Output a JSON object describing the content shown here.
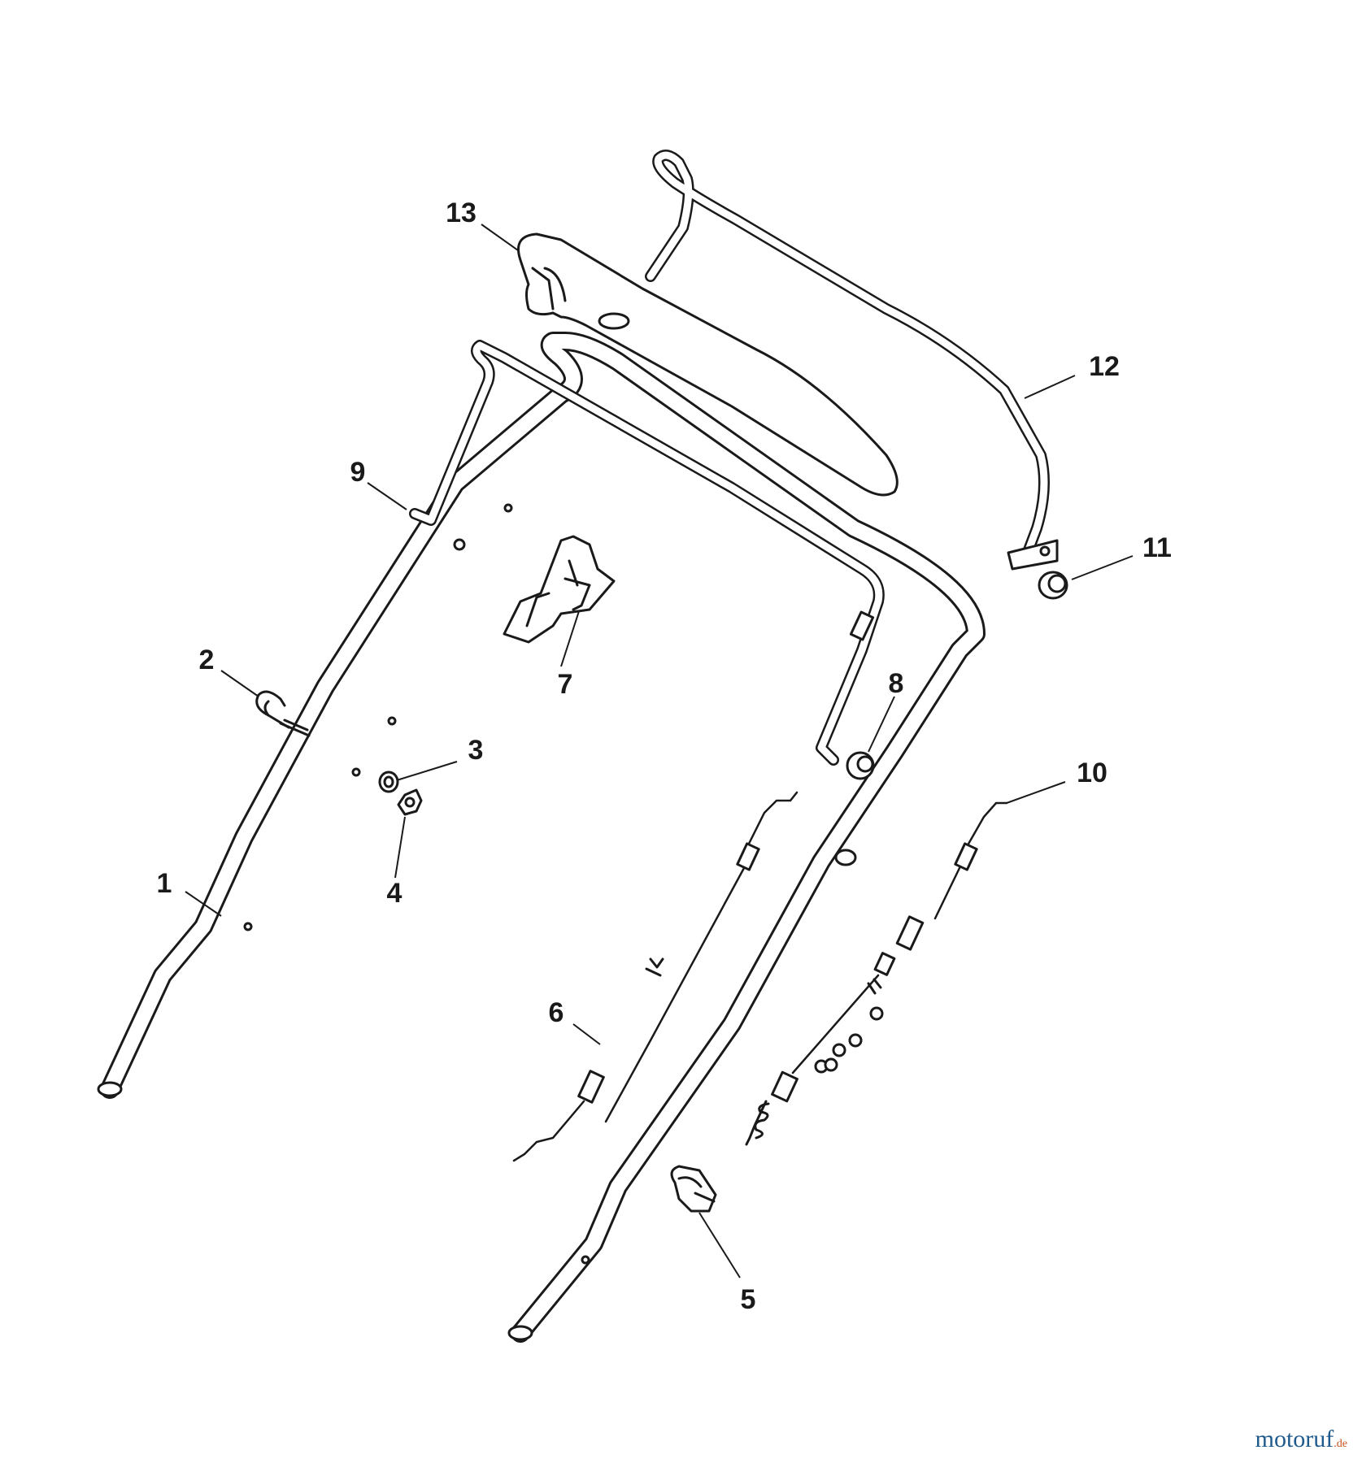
{
  "callouts": {
    "c1": "1",
    "c2": "2",
    "c3": "3",
    "c4": "4",
    "c5": "5",
    "c6": "6",
    "c7": "7",
    "c8": "8",
    "c9": "9",
    "c10": "10",
    "c11": "11",
    "c12": "12",
    "c13": "13"
  },
  "watermark": {
    "brand": "motoruf",
    "tld": ".de"
  },
  "colors": {
    "line": "#1a1a1a",
    "background": "#ffffff",
    "watermark": "#1f5a8c",
    "watermark_accent": "#c8501c"
  }
}
